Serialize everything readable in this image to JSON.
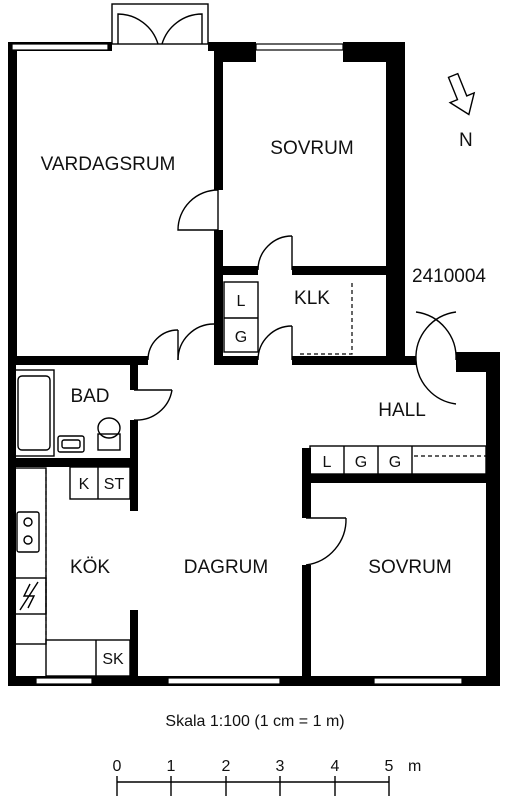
{
  "plan_id": "2410004",
  "north_label": "N",
  "rooms": {
    "vardagsrum": "VARDAGSRUM",
    "sovrum_top": "SOVRUM",
    "klk": "KLK",
    "bad": "BAD",
    "hall": "HALL",
    "kok": "KÖK",
    "dagrum": "DAGRUM",
    "sovrum_bottom": "SOVRUM"
  },
  "storage": {
    "klk_l": "L",
    "klk_g": "G",
    "hall_l": "L",
    "hall_g1": "G",
    "hall_g2": "G",
    "kok_k": "K",
    "kok_st": "ST",
    "kok_sk": "SK"
  },
  "scale": {
    "caption": "Skala 1:100 (1 cm = 1 m)",
    "ticks": [
      "0",
      "1",
      "2",
      "3",
      "4",
      "5"
    ],
    "unit": "m"
  }
}
